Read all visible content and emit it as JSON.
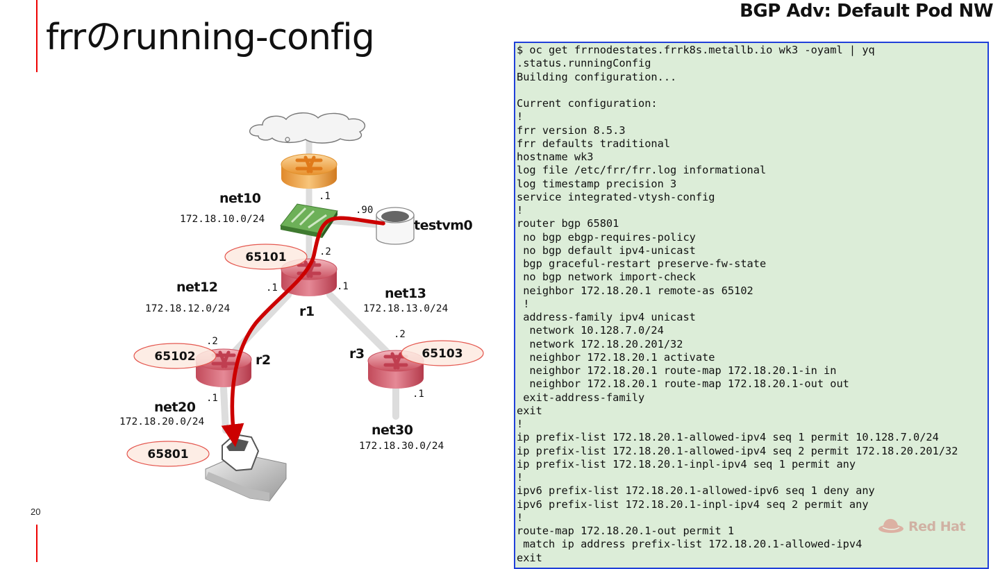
{
  "header": {
    "title": "frrのrunning-config",
    "section": "BGP Adv: Default Pod NW"
  },
  "page_number": "20",
  "diagram": {
    "networks": {
      "net10": {
        "name": "net10",
        "subnet": "172.18.10.0/24"
      },
      "net12": {
        "name": "net12",
        "subnet": "172.18.12.0/24"
      },
      "net13": {
        "name": "net13",
        "subnet": "172.18.13.0/24"
      },
      "net20": {
        "name": "net20",
        "subnet": "172.18.20.0/24"
      },
      "net30": {
        "name": "net30",
        "subnet": "172.18.30.0/24"
      }
    },
    "nodes": {
      "r1": "r1",
      "r2": "r2",
      "r3": "r3",
      "testvm": "testvm0"
    },
    "asn": {
      "r1": "65101",
      "r2": "65102",
      "r3": "65103",
      "wk3": "65801"
    },
    "ip_suffixes": {
      "gw_net10": ".1",
      "testvm_net10": ".90",
      "r1_net10": ".2",
      "r1_net12": ".1",
      "r1_net13": ".1",
      "r2_net12": ".2",
      "r3_net13": ".2",
      "r2_net20": ".1",
      "r3_net30": ".1"
    },
    "colors": {
      "router": "#d9707e",
      "gateway_router": "#f0a84c",
      "switch": "#5fa64a",
      "traffic_path": "#cc0000",
      "asn_fill": "#fdeae0",
      "asn_stroke": "#e4574f"
    },
    "icons": [
      "cloud-icon",
      "gateway-router-icon",
      "switch-icon",
      "storage-icon",
      "router-icon",
      "worker-node-icon"
    ]
  },
  "terminal": {
    "border_color": "#1f3fd9",
    "background": "#dcedd8",
    "lines": [
      "$ oc get frrnodestates.frrk8s.metallb.io wk3 -oyaml | yq",
      ".status.runningConfig",
      "Building configuration...",
      "",
      "Current configuration:",
      "!",
      "frr version 8.5.3",
      "frr defaults traditional",
      "hostname wk3",
      "log file /etc/frr/frr.log informational",
      "log timestamp precision 3",
      "service integrated-vtysh-config",
      "!",
      "router bgp 65801",
      " no bgp ebgp-requires-policy",
      " no bgp default ipv4-unicast",
      " bgp graceful-restart preserve-fw-state",
      " no bgp network import-check",
      " neighbor 172.18.20.1 remote-as 65102",
      " !",
      " address-family ipv4 unicast",
      "  network 10.128.7.0/24",
      "  network 172.18.20.201/32",
      "  neighbor 172.18.20.1 activate",
      "  neighbor 172.18.20.1 route-map 172.18.20.1-in in",
      "  neighbor 172.18.20.1 route-map 172.18.20.1-out out",
      " exit-address-family",
      "exit",
      "!",
      "ip prefix-list 172.18.20.1-allowed-ipv4 seq 1 permit 10.128.7.0/24",
      "ip prefix-list 172.18.20.1-allowed-ipv4 seq 2 permit 172.18.20.201/32",
      "ip prefix-list 172.18.20.1-inpl-ipv4 seq 1 permit any",
      "!",
      "ipv6 prefix-list 172.18.20.1-allowed-ipv6 seq 1 deny any",
      "ipv6 prefix-list 172.18.20.1-inpl-ipv4 seq 2 permit any",
      "!",
      "route-map 172.18.20.1-out permit 1",
      " match ip address prefix-list 172.18.20.1-allowed-ipv4",
      "exit"
    ]
  },
  "logo": {
    "text": "Red Hat",
    "icon": "redhat-hat-icon"
  }
}
